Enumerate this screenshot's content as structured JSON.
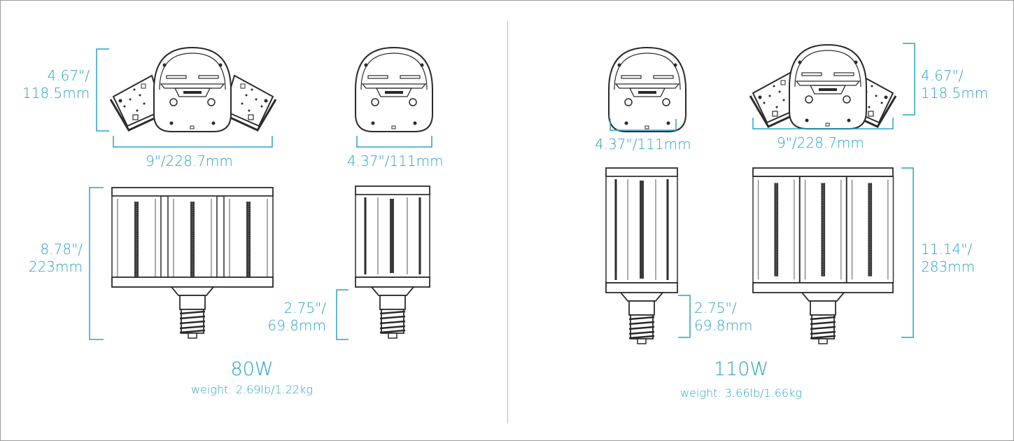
{
  "colors": {
    "accent": "#29a3c7",
    "line": "#2b2b2b"
  },
  "left": {
    "wattage": "80W",
    "weight": "weight: 2.69lb/1.22kg",
    "dims": {
      "top_height": [
        "4.67\"/",
        "118.5mm"
      ],
      "top_width": "9\"/228.7mm",
      "top_width_folded": "4.37\"/111mm",
      "body_height": [
        "8.78\"/",
        "223mm"
      ],
      "base_height": [
        "2.75\"/",
        "69.8mm"
      ]
    }
  },
  "right": {
    "wattage": "110W",
    "weight": "weight: 3.66lb/1.66kg",
    "dims": {
      "top_height": [
        "4.67\"/",
        "118.5mm"
      ],
      "top_width": "9\"/228.7mm",
      "top_width_folded": "4.37\"/111mm",
      "body_height": [
        "11.14\"/",
        "283mm"
      ],
      "base_height": [
        "2.75\"/",
        "69.8mm"
      ]
    }
  }
}
